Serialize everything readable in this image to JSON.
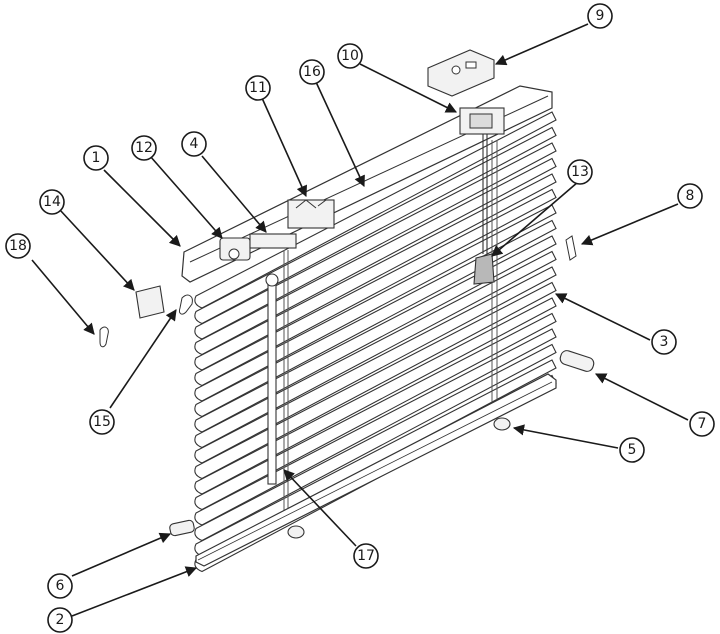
{
  "colors": {
    "line": "#1a1a1a",
    "slat": "#ffffff",
    "part": "#f2f2f2",
    "weight": "#b8b8b8"
  },
  "callouts": [
    {
      "label": "1"
    },
    {
      "label": "2"
    },
    {
      "label": "3"
    },
    {
      "label": "4"
    },
    {
      "label": "5"
    },
    {
      "label": "6"
    },
    {
      "label": "7"
    },
    {
      "label": "8"
    },
    {
      "label": "9"
    },
    {
      "label": "10"
    },
    {
      "label": "11"
    },
    {
      "label": "12"
    },
    {
      "label": "13"
    },
    {
      "label": "14"
    },
    {
      "label": "15"
    },
    {
      "label": "16"
    },
    {
      "label": "17"
    },
    {
      "label": "18"
    }
  ]
}
